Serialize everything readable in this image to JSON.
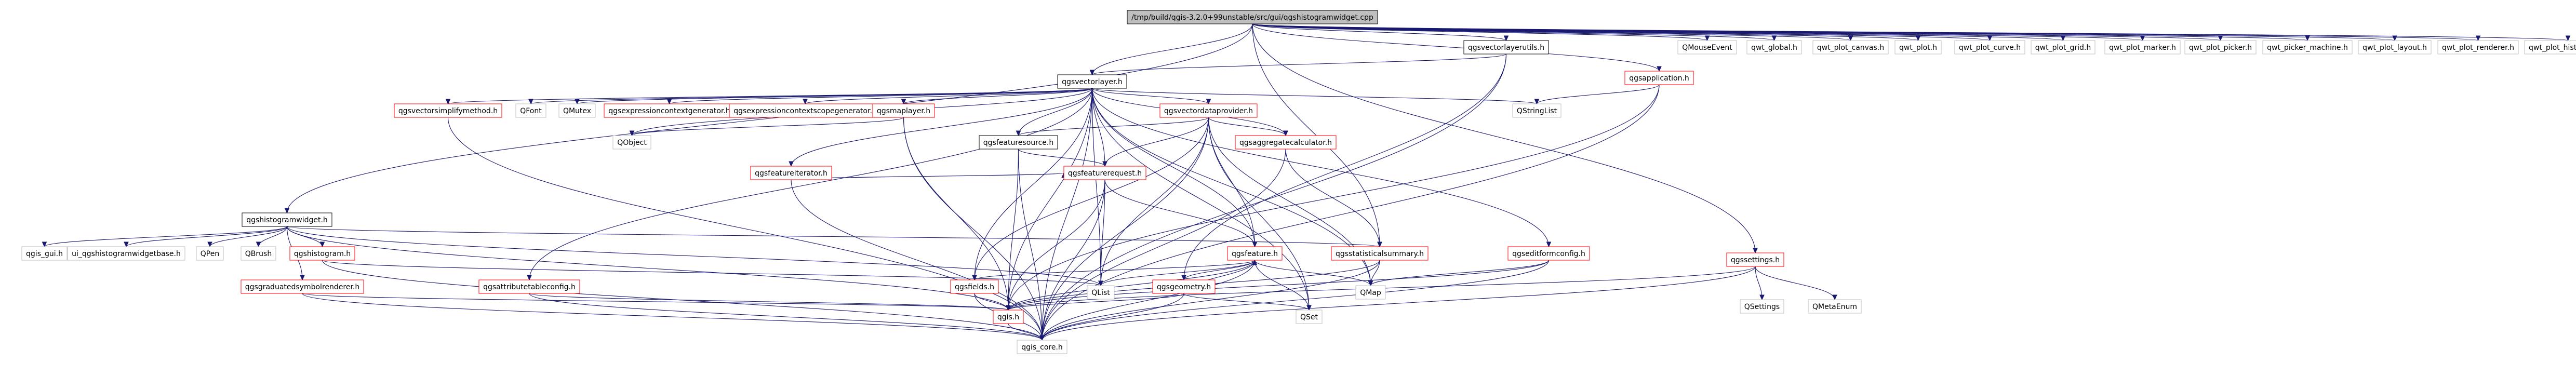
{
  "colors": {
    "root_fill": "#bfbfbf",
    "border_black": "#000000",
    "border_red": "#ff0000",
    "border_gray": "#bfbfbf",
    "edge": "#191970"
  },
  "nodes": [
    {
      "id": "root",
      "label": "/tmp/build/qgis-3.2.0+99unstable/src/gui/qgshistogramwidget.cpp",
      "style": "root"
    },
    {
      "id": "vectorlayerutils",
      "label": "qgsvectorlayerutils.h",
      "style": "black"
    },
    {
      "id": "qgsapplication",
      "label": "qgsapplication.h",
      "style": "red"
    },
    {
      "id": "qmouseevent",
      "label": "QMouseEvent",
      "style": "gray"
    },
    {
      "id": "qwt_global",
      "label": "qwt_global.h",
      "style": "gray"
    },
    {
      "id": "qwt_plot_canvas",
      "label": "qwt_plot_canvas.h",
      "style": "gray"
    },
    {
      "id": "qwt_plot",
      "label": "qwt_plot.h",
      "style": "gray"
    },
    {
      "id": "qwt_plot_curve",
      "label": "qwt_plot_curve.h",
      "style": "gray"
    },
    {
      "id": "qwt_plot_grid",
      "label": "qwt_plot_grid.h",
      "style": "gray"
    },
    {
      "id": "qwt_plot_marker",
      "label": "qwt_plot_marker.h",
      "style": "gray"
    },
    {
      "id": "qwt_plot_picker",
      "label": "qwt_plot_picker.h",
      "style": "gray"
    },
    {
      "id": "qwt_picker_machine",
      "label": "qwt_picker_machine.h",
      "style": "gray"
    },
    {
      "id": "qwt_plot_layout",
      "label": "qwt_plot_layout.h",
      "style": "gray"
    },
    {
      "id": "qwt_plot_renderer",
      "label": "qwt_plot_renderer.h",
      "style": "gray"
    },
    {
      "id": "qwt_plot_histogram",
      "label": "qwt_plot_histogram.h",
      "style": "gray"
    },
    {
      "id": "qgsvectorlayer",
      "label": "qgsvectorlayer.h",
      "style": "black"
    },
    {
      "id": "qgsvectorsimplifymethod",
      "label": "qgsvectorsimplifymethod.h",
      "style": "red"
    },
    {
      "id": "qfont",
      "label": "QFont",
      "style": "gray"
    },
    {
      "id": "qmutex",
      "label": "QMutex",
      "style": "gray"
    },
    {
      "id": "exprctxgen",
      "label": "qgsexpressioncontextgenerator.h",
      "style": "red"
    },
    {
      "id": "exprctxscopegen",
      "label": "qgsexpressioncontextscopegenerator.h",
      "style": "red"
    },
    {
      "id": "qgsmaplayer",
      "label": "qgsmaplayer.h",
      "style": "red"
    },
    {
      "id": "vectordataprovider",
      "label": "qgsvectordataprovider.h",
      "style": "red"
    },
    {
      "id": "qstringlist",
      "label": "QStringList",
      "style": "gray"
    },
    {
      "id": "qobject",
      "label": "QObject",
      "style": "gray"
    },
    {
      "id": "featuresource",
      "label": "qgsfeaturesource.h",
      "style": "black"
    },
    {
      "id": "aggregatecalculator",
      "label": "qgsaggregatecalculator.h",
      "style": "red"
    },
    {
      "id": "featureiterator",
      "label": "qgsfeatureiterator.h",
      "style": "red"
    },
    {
      "id": "featurerequest",
      "label": "qgsfeaturerequest.h",
      "style": "red"
    },
    {
      "id": "histogramwidget",
      "label": "qgshistogramwidget.h",
      "style": "black"
    },
    {
      "id": "qgs_gui",
      "label": "qgis_gui.h",
      "style": "gray"
    },
    {
      "id": "ui_histogram",
      "label": "ui_qgshistogramwidgetbase.h",
      "style": "gray"
    },
    {
      "id": "qpen",
      "label": "QPen",
      "style": "gray"
    },
    {
      "id": "qbrush",
      "label": "QBrush",
      "style": "gray"
    },
    {
      "id": "qgshistogram",
      "label": "qgshistogram.h",
      "style": "red"
    },
    {
      "id": "statisticalsummary",
      "label": "qgsstatisticalsummary.h",
      "style": "red"
    },
    {
      "id": "editformconfig",
      "label": "qgseditformconfig.h",
      "style": "red"
    },
    {
      "id": "qgsfeature",
      "label": "qgsfeature.h",
      "style": "red"
    },
    {
      "id": "qgssettings",
      "label": "qgssettings.h",
      "style": "red"
    },
    {
      "id": "graduatedsymbolrenderer",
      "label": "qgsgraduatedsymbolrenderer.h",
      "style": "red"
    },
    {
      "id": "attributetableconfig",
      "label": "qgsattributetableconfig.h",
      "style": "red"
    },
    {
      "id": "qgsfields",
      "label": "qgsfields.h",
      "style": "red"
    },
    {
      "id": "qgsgeometry",
      "label": "qgsgeometry.h",
      "style": "red"
    },
    {
      "id": "qlist",
      "label": "QList",
      "style": "gray"
    },
    {
      "id": "qmap",
      "label": "QMap",
      "style": "gray"
    },
    {
      "id": "qsettings",
      "label": "QSettings",
      "style": "gray"
    },
    {
      "id": "qmetaenum",
      "label": "QMetaEnum",
      "style": "gray"
    },
    {
      "id": "qgis_h",
      "label": "qgis.h",
      "style": "red"
    },
    {
      "id": "qset",
      "label": "QSet",
      "style": "gray"
    },
    {
      "id": "qgis_core",
      "label": "qgis_core.h",
      "style": "gray"
    }
  ],
  "edges": [
    [
      "root",
      "histogramwidget"
    ],
    [
      "root",
      "vectorlayerutils"
    ],
    [
      "root",
      "qgsvectorlayer"
    ],
    [
      "root",
      "qgsapplication"
    ],
    [
      "root",
      "statisticalsummary"
    ],
    [
      "root",
      "qgssettings"
    ],
    [
      "root",
      "qmouseevent"
    ],
    [
      "root",
      "qwt_global"
    ],
    [
      "root",
      "qwt_plot_canvas"
    ],
    [
      "root",
      "qwt_plot"
    ],
    [
      "root",
      "qwt_plot_curve"
    ],
    [
      "root",
      "qwt_plot_grid"
    ],
    [
      "root",
      "qwt_plot_marker"
    ],
    [
      "root",
      "qwt_plot_picker"
    ],
    [
      "root",
      "qwt_picker_machine"
    ],
    [
      "root",
      "qwt_plot_layout"
    ],
    [
      "root",
      "qwt_plot_renderer"
    ],
    [
      "root",
      "qwt_plot_histogram"
    ],
    [
      "vectorlayerutils",
      "qgsvectorlayer"
    ],
    [
      "vectorlayerutils",
      "qgsgeometry"
    ],
    [
      "vectorlayerutils",
      "qgis_core"
    ],
    [
      "qgsapplication",
      "qstringlist"
    ],
    [
      "qgsapplication",
      "qgis_h"
    ],
    [
      "qgsapplication",
      "qgis_core"
    ],
    [
      "qgsvectorlayer",
      "qgsvectorsimplifymethod"
    ],
    [
      "qgsvectorlayer",
      "qfont"
    ],
    [
      "qgsvectorlayer",
      "qmutex"
    ],
    [
      "qgsvectorlayer",
      "exprctxgen"
    ],
    [
      "qgsvectorlayer",
      "exprctxscopegen"
    ],
    [
      "qgsvectorlayer",
      "qgsmaplayer"
    ],
    [
      "qgsvectorlayer",
      "vectordataprovider"
    ],
    [
      "qgsvectorlayer",
      "qstringlist"
    ],
    [
      "qgsvectorlayer",
      "qobject"
    ],
    [
      "qgsvectorlayer",
      "featuresource"
    ],
    [
      "qgsvectorlayer",
      "aggregatecalculator"
    ],
    [
      "qgsvectorlayer",
      "featureiterator"
    ],
    [
      "qgsvectorlayer",
      "featurerequest"
    ],
    [
      "qgsvectorlayer",
      "editformconfig"
    ],
    [
      "qgsvectorlayer",
      "qgsfeature"
    ],
    [
      "qgsvectorlayer",
      "attributetableconfig"
    ],
    [
      "qgsvectorlayer",
      "qgsfields"
    ],
    [
      "qgsvectorlayer",
      "qlist"
    ],
    [
      "qgsvectorlayer",
      "qmap"
    ],
    [
      "qgsvectorlayer",
      "qset"
    ],
    [
      "qgsvectorlayer",
      "qgis_h"
    ],
    [
      "qgsvectorlayer",
      "qgis_core"
    ],
    [
      "qgsvectorsimplifymethod",
      "qgis_core"
    ],
    [
      "qgsmaplayer",
      "qobject"
    ],
    [
      "qgsmaplayer",
      "qgis_h"
    ],
    [
      "qgsmaplayer",
      "qgis_core"
    ],
    [
      "vectordataprovider",
      "aggregatecalculator"
    ],
    [
      "vectordataprovider",
      "featuresource"
    ],
    [
      "vectordataprovider",
      "featurerequest"
    ],
    [
      "vectordataprovider",
      "qgsfeature"
    ],
    [
      "vectordataprovider",
      "qgsfields"
    ],
    [
      "vectordataprovider",
      "qlist"
    ],
    [
      "vectordataprovider",
      "qmap"
    ],
    [
      "vectordataprovider",
      "qset"
    ],
    [
      "vectordataprovider",
      "qgis_core"
    ],
    [
      "featuresource",
      "featurerequest"
    ],
    [
      "featuresource",
      "qgis_h"
    ],
    [
      "featuresource",
      "qgis_core"
    ],
    [
      "aggregatecalculator",
      "statisticalsummary"
    ],
    [
      "aggregatecalculator",
      "qgis_core"
    ],
    [
      "featureiterator",
      "featurerequest"
    ],
    [
      "featureiterator",
      "qgis_core"
    ],
    [
      "featurerequest",
      "qgsfeature"
    ],
    [
      "featurerequest",
      "qlist"
    ],
    [
      "featurerequest",
      "qgis_h"
    ],
    [
      "featurerequest",
      "qgis_core"
    ],
    [
      "histogramwidget",
      "qgs_gui"
    ],
    [
      "histogramwidget",
      "ui_histogram"
    ],
    [
      "histogramwidget",
      "qpen"
    ],
    [
      "histogramwidget",
      "qbrush"
    ],
    [
      "histogramwidget",
      "qgshistogram"
    ],
    [
      "histogramwidget",
      "graduatedsymbolrenderer"
    ],
    [
      "histogramwidget",
      "statisticalsummary"
    ],
    [
      "histogramwidget",
      "qlist"
    ],
    [
      "histogramwidget",
      "qgis_h"
    ],
    [
      "qgshistogram",
      "qlist"
    ],
    [
      "qgshistogram",
      "qgis_core"
    ],
    [
      "graduatedsymbolrenderer",
      "qgis_h"
    ],
    [
      "graduatedsymbolrenderer",
      "qgis_core"
    ],
    [
      "statisticalsummary",
      "qmap"
    ],
    [
      "statisticalsummary",
      "qgis_h"
    ],
    [
      "statisticalsummary",
      "qgis_core"
    ],
    [
      "editformconfig",
      "qmap"
    ],
    [
      "editformconfig",
      "qgis_h"
    ],
    [
      "editformconfig",
      "qgis_core"
    ],
    [
      "qgsfeature",
      "qgsfields"
    ],
    [
      "qgsfeature",
      "qgsgeometry"
    ],
    [
      "qgsfeature",
      "qlist"
    ],
    [
      "qgsfeature",
      "qmap"
    ],
    [
      "qgsfeature",
      "qset"
    ],
    [
      "qgsfeature",
      "qgis_h"
    ],
    [
      "qgsfeature",
      "qgis_core"
    ],
    [
      "qgssettings",
      "qsettings"
    ],
    [
      "qgssettings",
      "qmetaenum"
    ],
    [
      "qgssettings",
      "qgis_h"
    ],
    [
      "qgssettings",
      "qgis_core"
    ],
    [
      "attributetableconfig",
      "qgis_h"
    ],
    [
      "attributetableconfig",
      "qgis_core"
    ],
    [
      "qgsfields",
      "qgis_h"
    ],
    [
      "qgsfields",
      "qgis_core"
    ],
    [
      "qgsgeometry",
      "qgsfeature"
    ],
    [
      "qgsgeometry",
      "qset"
    ],
    [
      "qgsgeometry",
      "qgis_h"
    ],
    [
      "qgsgeometry",
      "qgis_core"
    ],
    [
      "qgis_h",
      "qgis_core"
    ]
  ]
}
